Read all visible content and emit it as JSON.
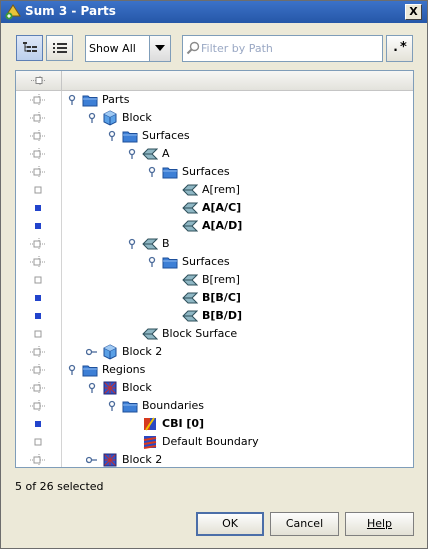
{
  "window": {
    "title": "Sum 3 - Parts",
    "close_label": "X"
  },
  "toolbar": {
    "show_select_value": "Show All",
    "filter_placeholder": "Filter by Path",
    "regex_label": ".*"
  },
  "tree": {
    "rows": [
      {
        "label": "Parts",
        "indent": 0,
        "expander": "expanded",
        "icon": "folder",
        "bold": false,
        "selection": "partial"
      },
      {
        "label": "Block",
        "indent": 1,
        "expander": "expanded",
        "icon": "block",
        "bold": false,
        "selection": "partial"
      },
      {
        "label": "Surfaces",
        "indent": 2,
        "expander": "expanded",
        "icon": "folder",
        "bold": false,
        "selection": "partial"
      },
      {
        "label": "A",
        "indent": 3,
        "expander": "expanded",
        "icon": "surface",
        "bold": false,
        "selection": "partial"
      },
      {
        "label": "Surfaces",
        "indent": 4,
        "expander": "expanded",
        "icon": "folder",
        "bold": false,
        "selection": "partial"
      },
      {
        "label": "A[rem]",
        "indent": 5,
        "expander": "none",
        "icon": "surface",
        "bold": false,
        "selection": "unchecked"
      },
      {
        "label": "A[A/C]",
        "indent": 5,
        "expander": "none",
        "icon": "surface",
        "bold": true,
        "selection": "checked"
      },
      {
        "label": "A[A/D]",
        "indent": 5,
        "expander": "none",
        "icon": "surface",
        "bold": true,
        "selection": "checked"
      },
      {
        "label": "B",
        "indent": 3,
        "expander": "expanded",
        "icon": "surface",
        "bold": false,
        "selection": "partial"
      },
      {
        "label": "Surfaces",
        "indent": 4,
        "expander": "expanded",
        "icon": "folder",
        "bold": false,
        "selection": "partial"
      },
      {
        "label": "B[rem]",
        "indent": 5,
        "expander": "none",
        "icon": "surface",
        "bold": false,
        "selection": "unchecked"
      },
      {
        "label": "B[B/C]",
        "indent": 5,
        "expander": "none",
        "icon": "surface",
        "bold": true,
        "selection": "checked"
      },
      {
        "label": "B[B/D]",
        "indent": 5,
        "expander": "none",
        "icon": "surface",
        "bold": true,
        "selection": "checked"
      },
      {
        "label": "Block Surface",
        "indent": 3,
        "expander": "none",
        "icon": "surface",
        "bold": false,
        "selection": "unchecked"
      },
      {
        "label": "Block 2",
        "indent": 1,
        "expander": "collapsed",
        "icon": "block",
        "bold": false,
        "selection": "partial"
      },
      {
        "label": "Regions",
        "indent": 0,
        "expander": "expanded",
        "icon": "folder",
        "bold": false,
        "selection": "partial"
      },
      {
        "label": "Block",
        "indent": 1,
        "expander": "expanded",
        "icon": "region",
        "bold": false,
        "selection": "partial"
      },
      {
        "label": "Boundaries",
        "indent": 2,
        "expander": "expanded",
        "icon": "folder",
        "bold": false,
        "selection": "partial"
      },
      {
        "label": "CBI [0]",
        "indent": 3,
        "expander": "none",
        "icon": "boundary-interface",
        "bold": true,
        "selection": "checked"
      },
      {
        "label": "Default Boundary",
        "indent": 3,
        "expander": "none",
        "icon": "boundary",
        "bold": false,
        "selection": "unchecked"
      },
      {
        "label": "Block 2",
        "indent": 1,
        "expander": "collapsed",
        "icon": "region",
        "bold": false,
        "selection": "partial"
      }
    ]
  },
  "status": {
    "text": "5 of 26 selected"
  },
  "buttons": {
    "ok": "OK",
    "cancel": "Cancel",
    "help": "Help"
  },
  "colors": {
    "title_bar": "#2c62b9",
    "folder": "#3d7fd6",
    "selected_box": "#2244cc"
  }
}
